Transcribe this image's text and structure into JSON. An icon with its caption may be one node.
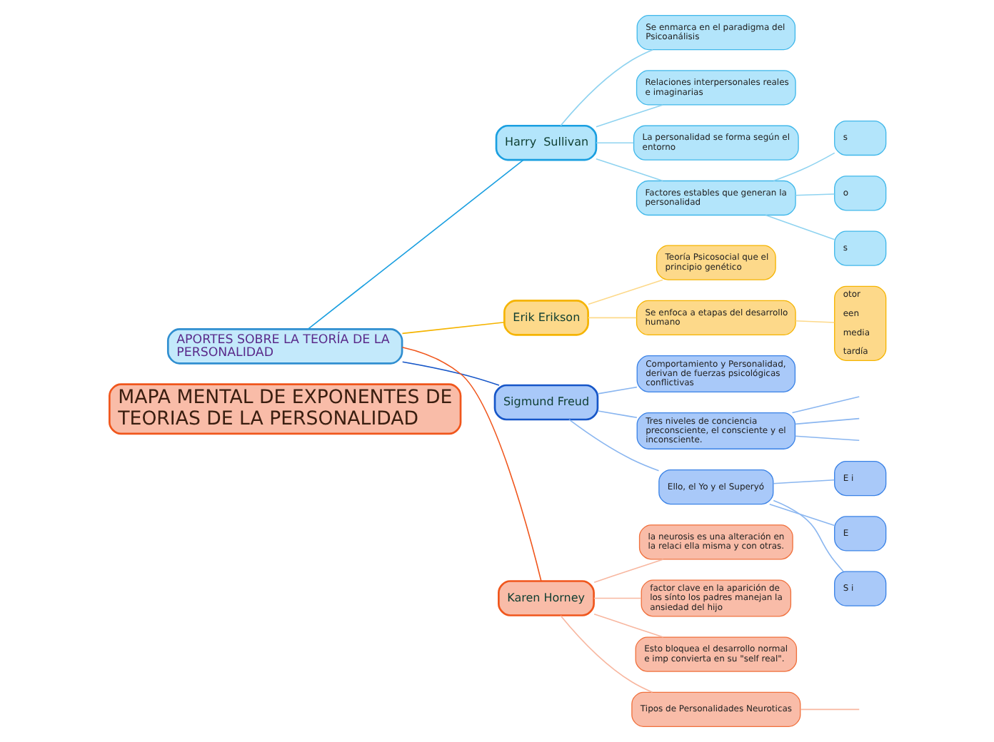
{
  "diagram": {
    "nodes": [
      {
        "text": [
          "MAPA MENTAL DE EXPONENTES DE TEORIAS DE LA PERSONALIDAD"
        ]
      },
      {
        "text": [
          "APORTES SOBRE LA TEORÍA DE LA PERSONALIDAD"
        ]
      },
      {
        "text": [
          "Harry  Sullivan"
        ]
      },
      {
        "text": [
          "Se enmarca en el paradigma del Psicoanálisis"
        ]
      },
      {
        "text": [
          "Relaciones interpersonales reales e imaginarias"
        ]
      },
      {
        "text": [
          "La personalidad se forma según el entorno"
        ]
      },
      {
        "text": [
          "Factores estables que generan la personalidad"
        ]
      },
      {
        "text": [
          "s"
        ]
      },
      {
        "text": [
          "o"
        ]
      },
      {
        "text": [
          "s"
        ]
      },
      {
        "text": [
          "Erik Erikson"
        ]
      },
      {
        "text": [
          "Teoría Psicosocial que el principio genético"
        ]
      },
      {
        "text": [
          "Se enfoca a etapas del desarrollo humano"
        ]
      },
      {
        "text": [
          "otor",
          "een",
          "media",
          "tardía"
        ]
      },
      {
        "text": [
          "Sigmund Freud"
        ]
      },
      {
        "text": [
          "Comportamiento y Personalidad, derivan de fuerzas psicológicas conflictivas"
        ]
      },
      {
        "text": [
          "Tres niveles de conciencia preconsciente, el consciente y el inconsciente."
        ]
      },
      {
        "text": [
          "Ello, el Yo y el Superyó"
        ]
      },
      {
        "text": [
          "E i"
        ]
      },
      {
        "text": [
          "E"
        ]
      },
      {
        "text": [
          "S i"
        ]
      },
      {
        "text": [
          "Karen Horney"
        ]
      },
      {
        "text": [
          "la neurosis es una alteración en la relaci ella misma y con otras."
        ]
      },
      {
        "text": [
          "factor clave en la aparición de los sínto los padres manejan la ansiedad del hijo"
        ]
      },
      {
        "text": [
          "Esto bloquea el desarrollo normal e imp convierta en su \"self real\"."
        ]
      },
      {
        "text": [
          "Tipos de Personalidades Neuroticas"
        ]
      }
    ],
    "edges": [
      {
        "from": 1,
        "to": 2,
        "arrow": "none",
        "color": "#1a9fe0"
      },
      {
        "from": 2,
        "to": 3,
        "arrow": "none",
        "color": "#8fd3f0"
      },
      {
        "from": 2,
        "to": 4,
        "arrow": "none",
        "color": "#8fd3f0"
      },
      {
        "from": 2,
        "to": 5,
        "arrow": "none",
        "color": "#8fd3f0"
      },
      {
        "from": 2,
        "to": 6,
        "arrow": "none",
        "color": "#8fd3f0"
      },
      {
        "from": 6,
        "to": 7,
        "arrow": "none",
        "color": "#8fd3f0"
      },
      {
        "from": 6,
        "to": 8,
        "arrow": "none",
        "color": "#8fd3f0"
      },
      {
        "from": 6,
        "to": 9,
        "arrow": "none",
        "color": "#8fd3f0"
      },
      {
        "from": 1,
        "to": 10,
        "arrow": "none",
        "color": "#f5b400"
      },
      {
        "from": 10,
        "to": 11,
        "arrow": "none",
        "color": "#fdd98a"
      },
      {
        "from": 10,
        "to": 12,
        "arrow": "none",
        "color": "#fdd98a"
      },
      {
        "from": 12,
        "to": 13,
        "arrow": "none",
        "color": "#fdd98a"
      },
      {
        "from": 1,
        "to": 14,
        "arrow": "none",
        "color": "#1656c8"
      },
      {
        "from": 14,
        "to": 15,
        "arrow": "none",
        "color": "#8ab6f0"
      },
      {
        "from": 14,
        "to": 16,
        "arrow": "none",
        "color": "#8ab6f0"
      },
      {
        "from": 14,
        "to": 17,
        "arrow": "none",
        "color": "#8ab6f0"
      },
      {
        "from": 16,
        "to": null,
        "arrow": "none",
        "color": "#8ab6f0"
      },
      {
        "from": 16,
        "to": null,
        "arrow": "none",
        "color": "#8ab6f0"
      },
      {
        "from": 16,
        "to": null,
        "arrow": "none",
        "color": "#8ab6f0"
      },
      {
        "from": 17,
        "to": 18,
        "arrow": "none",
        "color": "#8ab6f0"
      },
      {
        "from": 17,
        "to": 19,
        "arrow": "none",
        "color": "#8ab6f0"
      },
      {
        "from": 17,
        "to": 20,
        "arrow": "none",
        "color": "#8ab6f0"
      },
      {
        "from": 1,
        "to": 21,
        "arrow": "none",
        "color": "#f0561c"
      },
      {
        "from": 21,
        "to": 22,
        "arrow": "none",
        "color": "#f8b7a0"
      },
      {
        "from": 21,
        "to": 23,
        "arrow": "none",
        "color": "#f8b7a0"
      },
      {
        "from": 21,
        "to": 24,
        "arrow": "none",
        "color": "#f8b7a0"
      },
      {
        "from": 21,
        "to": 25,
        "arrow": "none",
        "color": "#f8b7a0"
      },
      {
        "from": 25,
        "to": null,
        "arrow": "none",
        "color": "#f8b7a0"
      }
    ]
  }
}
